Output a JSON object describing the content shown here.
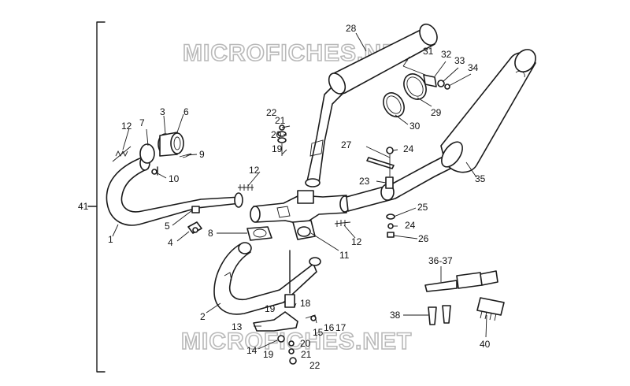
{
  "watermarks": [
    "MICROFICHES.NET",
    "MICROFICHES.NET"
  ],
  "bracket_label": "41",
  "callouts": [
    {
      "id": "c1",
      "text": "1"
    },
    {
      "id": "c2",
      "text": "2"
    },
    {
      "id": "c3",
      "text": "3"
    },
    {
      "id": "c4",
      "text": "4"
    },
    {
      "id": "c5",
      "text": "5"
    },
    {
      "id": "c6",
      "text": "6"
    },
    {
      "id": "c7",
      "text": "7"
    },
    {
      "id": "c8",
      "text": "8"
    },
    {
      "id": "c9",
      "text": "9"
    },
    {
      "id": "c10",
      "text": "10"
    },
    {
      "id": "c11",
      "text": "11"
    },
    {
      "id": "c12a",
      "text": "12"
    },
    {
      "id": "c12b",
      "text": "12"
    },
    {
      "id": "c12c",
      "text": "12"
    },
    {
      "id": "c13",
      "text": "13"
    },
    {
      "id": "c14",
      "text": "14"
    },
    {
      "id": "c15",
      "text": "15"
    },
    {
      "id": "c16",
      "text": "16"
    },
    {
      "id": "c17",
      "text": "17"
    },
    {
      "id": "c18",
      "text": "18"
    },
    {
      "id": "c19a",
      "text": "19"
    },
    {
      "id": "c19b",
      "text": "19"
    },
    {
      "id": "c19c",
      "text": "19"
    },
    {
      "id": "c20a",
      "text": "20"
    },
    {
      "id": "c20b",
      "text": "20"
    },
    {
      "id": "c21a",
      "text": "21"
    },
    {
      "id": "c21b",
      "text": "21"
    },
    {
      "id": "c22a",
      "text": "22"
    },
    {
      "id": "c22b",
      "text": "22"
    },
    {
      "id": "c23",
      "text": "23"
    },
    {
      "id": "c24a",
      "text": "24"
    },
    {
      "id": "c24b",
      "text": "24"
    },
    {
      "id": "c25",
      "text": "25"
    },
    {
      "id": "c26",
      "text": "26"
    },
    {
      "id": "c27",
      "text": "27"
    },
    {
      "id": "c28",
      "text": "28"
    },
    {
      "id": "c29",
      "text": "29"
    },
    {
      "id": "c30",
      "text": "30"
    },
    {
      "id": "c31",
      "text": "31"
    },
    {
      "id": "c32",
      "text": "32"
    },
    {
      "id": "c33",
      "text": "33"
    },
    {
      "id": "c34",
      "text": "34"
    },
    {
      "id": "c35",
      "text": "35"
    },
    {
      "id": "c3637",
      "text": "36-37"
    },
    {
      "id": "c38",
      "text": "38"
    },
    {
      "id": "c40",
      "text": "40"
    }
  ]
}
